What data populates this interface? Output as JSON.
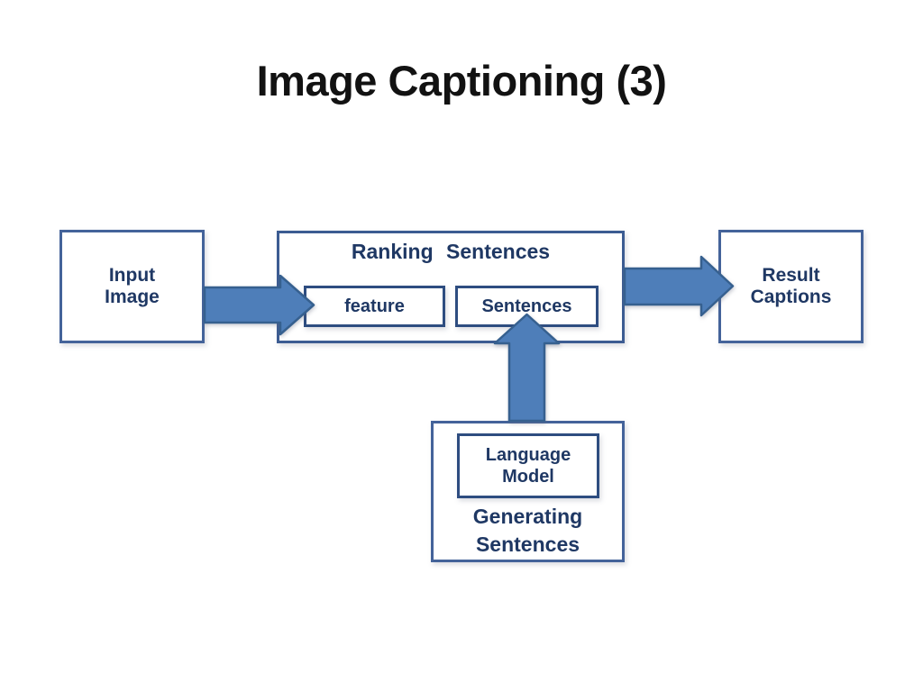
{
  "slide": {
    "title": "Image Captioning (3)"
  },
  "colors": {
    "background": "#ffffff",
    "title_text": "#121212",
    "box_text": "#1f3864",
    "outer_box_border": "#44639a",
    "inner_box_border": "#2e4d80",
    "arrow_fill": "#4e7eb9",
    "arrow_stroke": "#36608f"
  },
  "diagram": {
    "input_box": {
      "label": "Input\nImage"
    },
    "ranking_box": {
      "title": "Ranking Sentences",
      "feature_label": "feature",
      "sentences_label": "Sentences"
    },
    "result_box": {
      "label": "Result\nCaptions"
    },
    "generating_box": {
      "label": "Generating\nSentences",
      "language_model_label": "Language\nModel"
    },
    "arrows": [
      {
        "name": "input-to-ranking",
        "direction": "right"
      },
      {
        "name": "ranking-to-result",
        "direction": "right"
      },
      {
        "name": "generating-to-sentences",
        "direction": "up"
      }
    ]
  }
}
